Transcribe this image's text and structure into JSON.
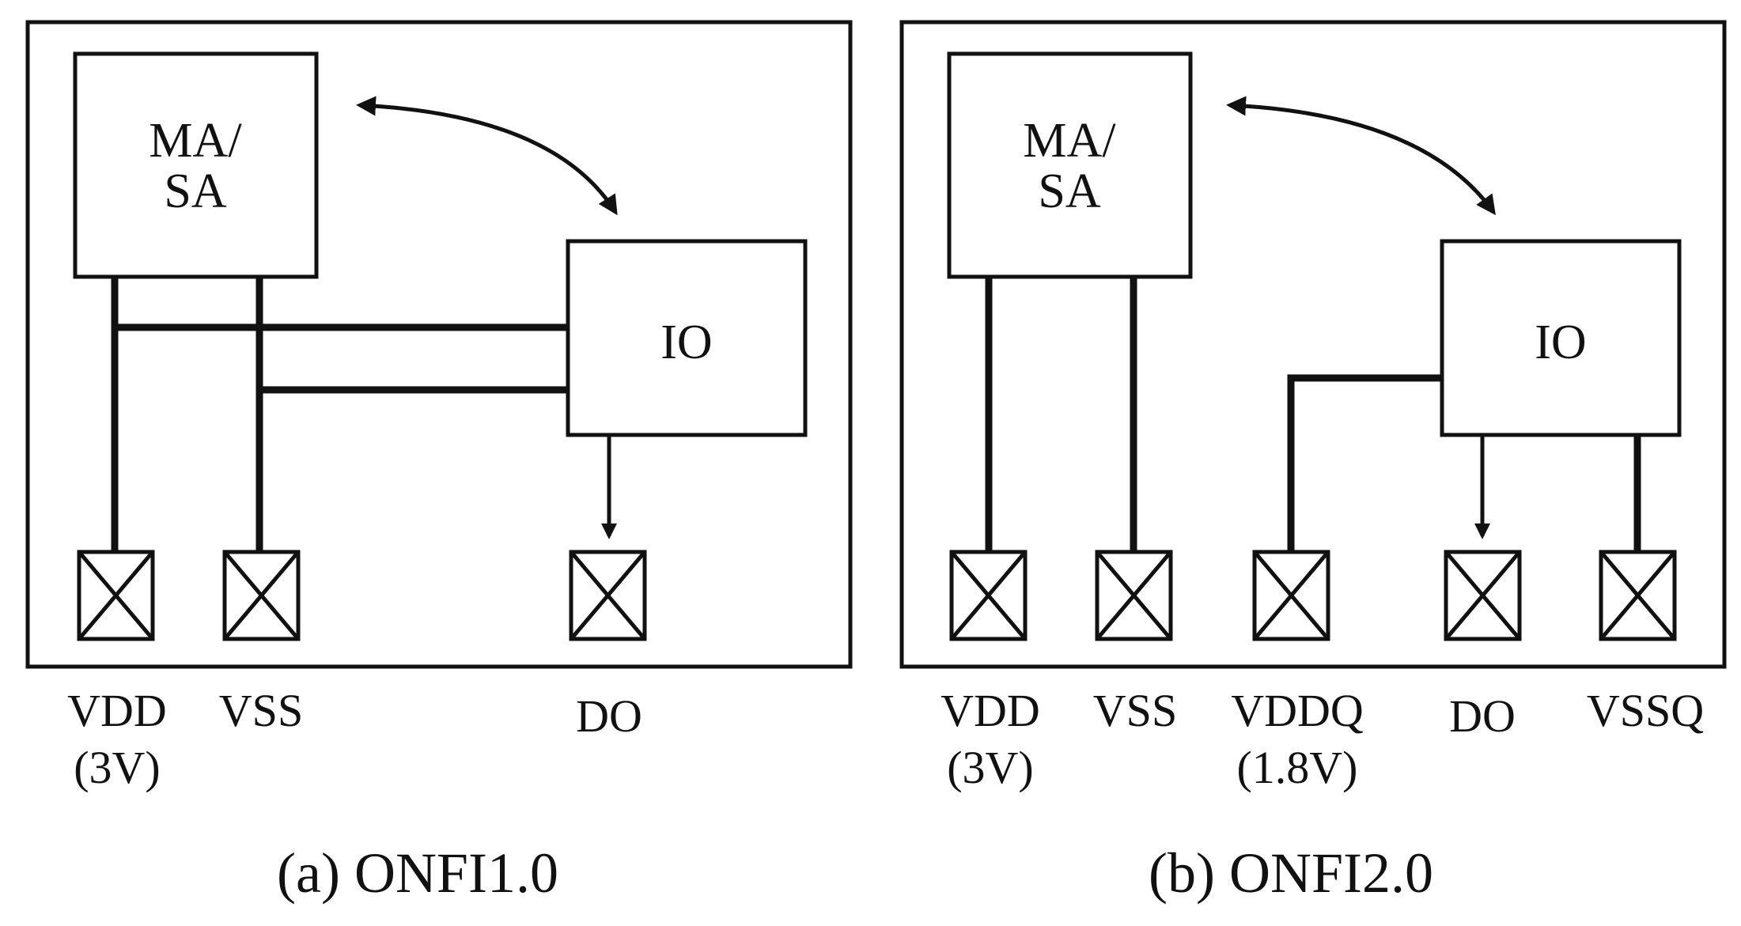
{
  "panels": [
    {
      "caption": "(a) ONFI1.0",
      "block_top_line1": "MA/",
      "block_top_line2": "SA",
      "block_io": "IO",
      "pins": [
        {
          "name": "VDD",
          "sub": "(3V)"
        },
        {
          "name": "VSS",
          "sub": ""
        },
        {
          "name": "DO",
          "sub": ""
        }
      ]
    },
    {
      "caption": "(b) ONFI2.0",
      "block_top_line1": "MA/",
      "block_top_line2": "SA",
      "block_io": "IO",
      "pins": [
        {
          "name": "VDD",
          "sub": "(3V)"
        },
        {
          "name": "VSS",
          "sub": ""
        },
        {
          "name": "VDDQ",
          "sub": "(1.8V)"
        },
        {
          "name": "DO",
          "sub": ""
        },
        {
          "name": "VSSQ",
          "sub": ""
        }
      ]
    }
  ]
}
